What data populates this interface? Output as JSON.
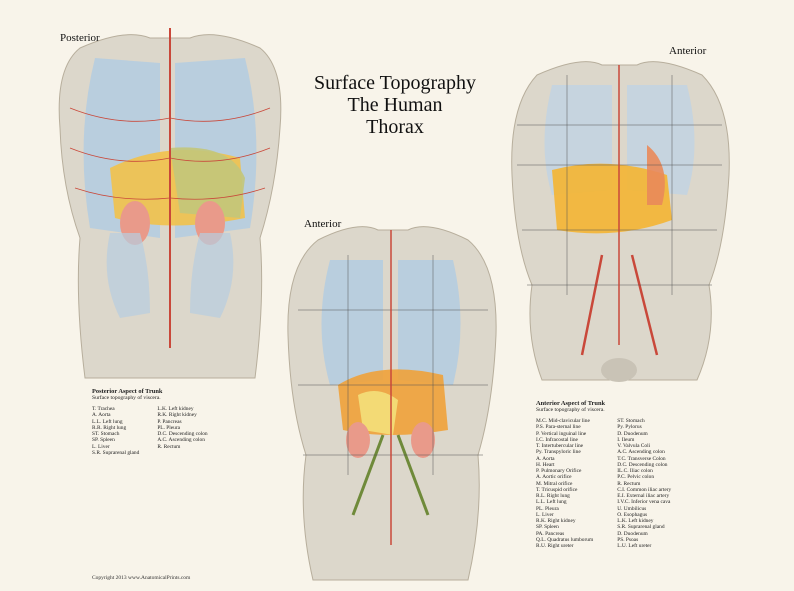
{
  "title": {
    "line1": "Surface Topography",
    "line2": "The Human",
    "line3": "Thorax"
  },
  "figures": {
    "posterior_label": "Posterior",
    "anterior_middle_label": "Anterior",
    "anterior_right_label": "Anterior"
  },
  "posterior_legend": {
    "heading": "Posterior Aspect of Trunk",
    "subheading": "Surface topography of viscera.",
    "col1": [
      "T. Trachea",
      "A. Aorta",
      "L.L. Left lung",
      "R.R. Right lung",
      "ST. Stomach",
      "SP. Spleen",
      "L. Liver",
      "S.R. Suprarenal gland"
    ],
    "col2": [
      "L.K. Left kidney",
      "R.K. Right kidney",
      "P. Pancreas",
      "PL. Pleura",
      "D.C. Descending colon",
      "A.C. Ascending colon",
      "R. Rectum"
    ]
  },
  "anterior_legend": {
    "heading": "Anterior Aspect of Trunk",
    "subheading": "Surface topography of viscera.",
    "col1": [
      "M.C. Mid-clavicular line",
      "P.S. Para-sternal line",
      "P. Vertical inguinal line",
      "I.C. Infracostal line",
      "T. Intertubercular line",
      "Py. Transpyloric line",
      "A. Aorta",
      "H. Heart",
      "P. Pulmonary Orifice",
      "A. Aortic orifice",
      "M. Mitral orifice",
      "T. Tricuspid orifice",
      "R.L. Right lung",
      "L.L. Left lung",
      "PL. Pleura",
      "L. Liver",
      "R.K. Right kidney",
      "SP. Spleen",
      "PA. Pancreas",
      "Q.L. Quadratus lumborum",
      "R.U. Right ureter"
    ],
    "col2": [
      "ST. Stomach",
      "Py. Pylorus",
      "D. Duodenum",
      "I. Ileum",
      "V. Valvula Coli",
      "A.C. Ascending colon",
      "T.C. Transverse Colon",
      "D.C. Descending colon",
      "IL.C. Iliac colon",
      "P.C. Pelvic colon",
      "R. Rectum",
      "C.I. Common iliac artery",
      "E.I. External iliac artery",
      "I.V.C. Inferior vena cava",
      "U. Umbilicus",
      "O. Esophagus",
      "L.K. Left kidney",
      "S.R. Suprarenal gland",
      "D. Duodenum",
      "PS. Psoas",
      "L.U. Left ureter"
    ]
  },
  "copyright": "Copyright 2013 www.AnatomicalPrints.com",
  "colors": {
    "background": "#f8f4ea",
    "skin": "#d9d4c8",
    "lung": "#a9c6df",
    "liver": "#f2b63a",
    "vessel": "#c9483a"
  }
}
